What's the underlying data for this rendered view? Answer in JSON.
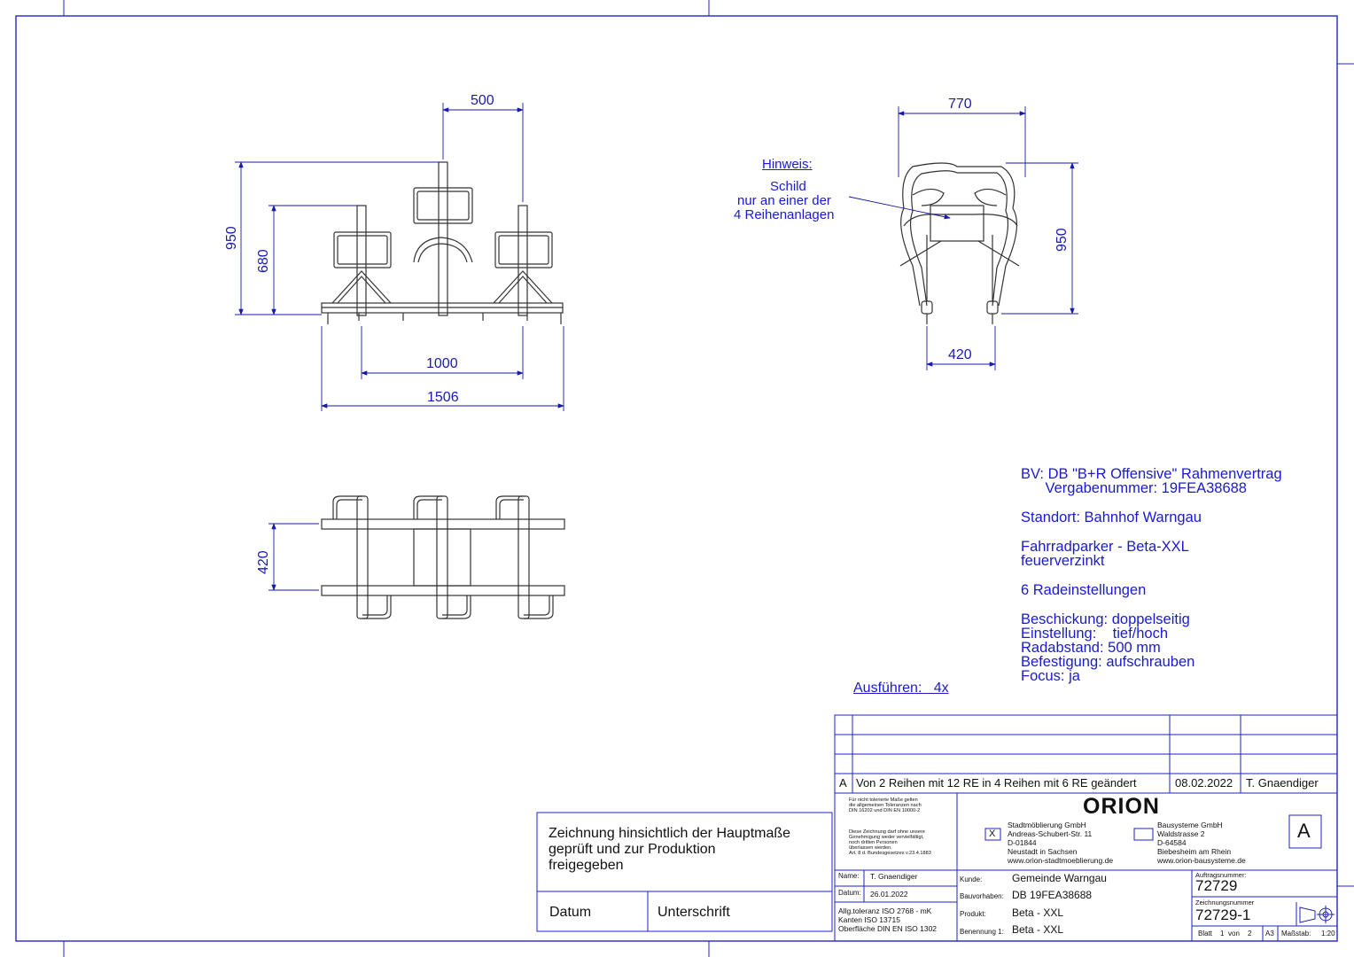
{
  "colors": {
    "frame": "#2626c8",
    "drawing": "#333333",
    "dimension": "#1a1aa8",
    "text": "#1a1ad0",
    "titleblock": "#2222c0"
  },
  "front_view": {
    "dim_top": "500",
    "dim_left_outer": "950",
    "dim_left_inner": "680",
    "dim_bottom_inner": "1000",
    "dim_bottom_outer": "1506"
  },
  "side_view": {
    "dim_top": "770",
    "dim_right": "950",
    "dim_bottom": "420"
  },
  "top_view": {
    "dim_left": "420"
  },
  "hint": {
    "title": "Hinweis:",
    "lines": [
      "Schild",
      "nur an einer der",
      "4 Reihenanlagen"
    ]
  },
  "execute": "Ausführen:   4x",
  "spec": {
    "bv_line1": "BV: DB \"B+R Offensive\" Rahmenvertrag",
    "bv_line2": "      Vergabenummer: 19FEA38688",
    "standort": "Standort: Bahnhof Warngau",
    "product_line1": "Fahrradparker - Beta-XXL",
    "product_line2": "feuerverzinkt",
    "radeinstellungen": "6 Radeinstellungen",
    "beschickung": "Beschickung: doppelseitig",
    "einstellung": "Einstellung:    tief/hoch",
    "radabstand": "Radabstand: 500 mm",
    "befestigung": "Befestigung: aufschrauben",
    "focus": "Focus: ja"
  },
  "approval": {
    "text_line1": "Zeichnung hinsichtlich der Hauptmaße",
    "text_line2": "geprüft und zur Produktion",
    "text_line3": "freigegeben",
    "date_label": "Datum",
    "signature_label": "Unterschrift"
  },
  "revision": {
    "index": "A",
    "description": "Von 2 Reihen mit 12 RE in 4 Reihen mit 6 RE geändert",
    "date": "08.02.2022",
    "author": "T. Gnaendiger"
  },
  "titleblock": {
    "note1": [
      "Für nicht tolerierte Maße gelten",
      "die allgemeinen Toleranzen nach",
      "DIN 16202 und DIN EN 10000-2"
    ],
    "note2": [
      "Diese Zeichnung darf ohne unsere",
      "Genehmigung weder vervielfältigt,",
      "noch dritten Personen",
      "überlassen werden.",
      "Art. 8 d. Bundesgesetzes v.23.4.1883"
    ],
    "logo": "ORION",
    "company1_check": "X",
    "company1": [
      "Stadtmöblierung GmbH",
      "Andreas-Schubert-Str. 11",
      "D-01844",
      "Neustadt in Sachsen",
      "www.orion-stadtmoeblierung.de"
    ],
    "company2": [
      "Bausysteme GmbH",
      "Waldstrasse 2",
      "D-64584",
      "Biebesheim am Rhein",
      "www.orion-bausysteme.de"
    ],
    "revision_box": "A",
    "name_label": "Name:",
    "name_value": "T. Gnaendiger",
    "date_label": "Datum:",
    "date_value": "26.01.2022",
    "tolerance": [
      "Allg.toleranz ISO 2768 - mK",
      "Kanten ISO 13715",
      "Oberfläche DIN EN ISO 1302"
    ],
    "kunde_label": "Kunde:",
    "kunde_value": "Gemeinde Warngau",
    "bauvorhaben_label": "Bauvorhaben:",
    "bauvorhaben_value": "DB 19FEA38688",
    "produkt_label": "Produkt:",
    "produkt_value": "Beta - XXL",
    "benennung_label": "Benennung 1:",
    "benennung_value": "Beta - XXL",
    "auftrag_label": "Auftragsnummer:",
    "auftrag_value": "72729",
    "zeichnung_label": "Zeichnungsnummer",
    "zeichnung_value": "72729-1",
    "blatt_label": "Blatt",
    "blatt_value": "1",
    "von_label": "von",
    "von_value": "2",
    "format": "A3",
    "massstab_label": "Maßstab:",
    "massstab_value": "1:20"
  }
}
